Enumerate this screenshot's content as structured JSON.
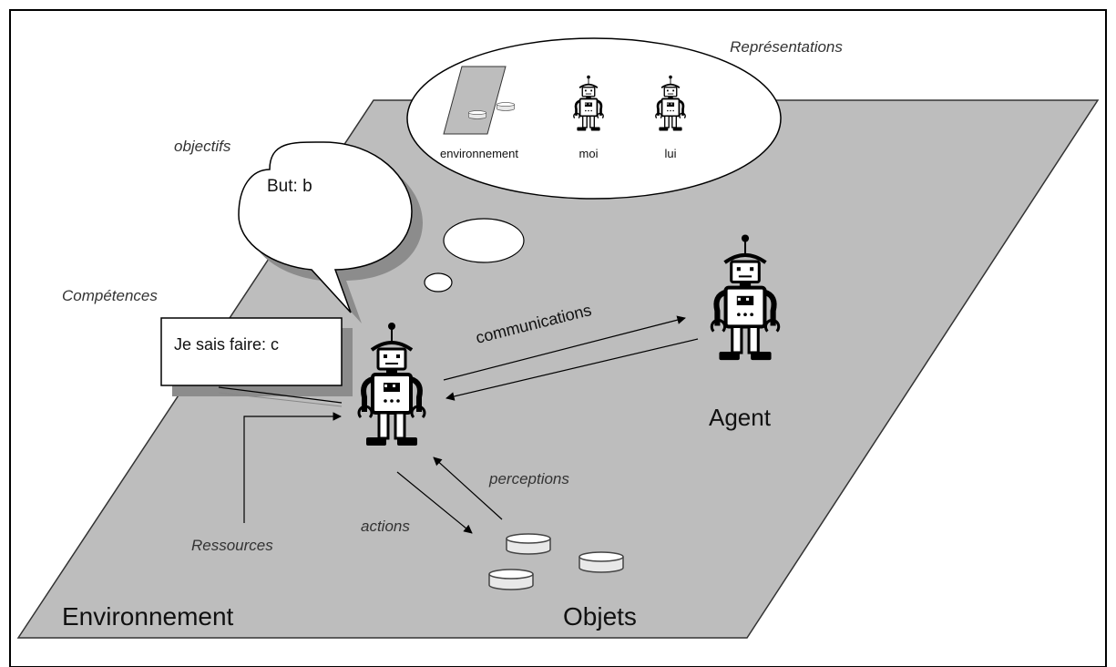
{
  "labels": {
    "representations": "Représentations",
    "objectifs": "objectifs",
    "competences": "Compétences",
    "communications": "communications",
    "agent": "Agent",
    "perceptions": "perceptions",
    "actions": "actions",
    "ressources": "Ressources",
    "environnement": "Environnement",
    "objets": "Objets"
  },
  "bubble": {
    "goal": "But: b"
  },
  "skills_box": {
    "text": "Je sais faire: c"
  },
  "representations_items": {
    "environment": "environnement",
    "self": "moi",
    "other": "lui"
  },
  "colors": {
    "plane": "#bdbdbd",
    "shadow": "#8c8c8c",
    "ink": "#000000",
    "label": "#333333"
  },
  "icons": [
    "robot-icon",
    "disc-icon"
  ]
}
